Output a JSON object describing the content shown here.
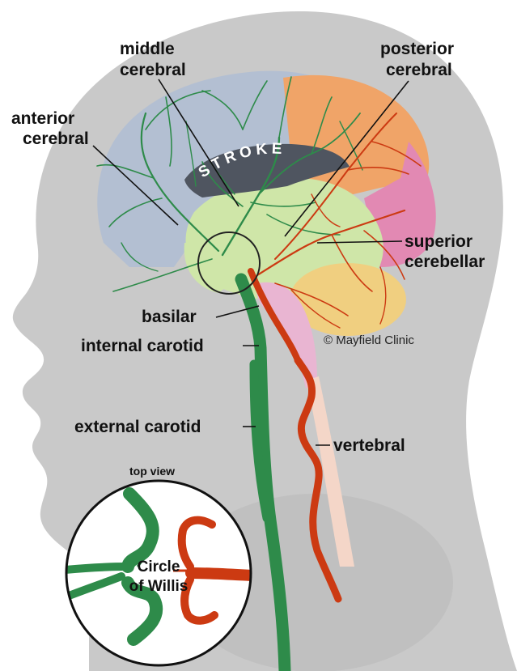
{
  "labels": {
    "middle_cerebral_1": "middle",
    "middle_cerebral_2": "cerebral",
    "posterior_cerebral_1": "posterior",
    "posterior_cerebral_2": "cerebral",
    "anterior_cerebral_1": "anterior",
    "anterior_cerebral_2": "cerebral",
    "superior_cerebellar_1": "superior",
    "superior_cerebellar_2": "cerebellar",
    "basilar": "basilar",
    "internal_carotid": "internal carotid",
    "external_carotid": "external carotid",
    "vertebral": "vertebral",
    "stroke": "STROKE",
    "copyright": "© Mayfield Clinic"
  },
  "inset": {
    "title": "top view",
    "caption_1": "Circle",
    "caption_2": "of Willis"
  },
  "colors": {
    "head": "#c9c9c9",
    "green_artery": "#2e8b4a",
    "red_artery": "#cc3a12",
    "frontal_lobe": "#b3bfd2",
    "parietal_lobe": "#f0a468",
    "occipital_lobe": "#e289b3",
    "temporal_lobe": "#cfe6a8",
    "cerebellum": "#f0cf80",
    "brainstem": "#e9b5d2"
  }
}
